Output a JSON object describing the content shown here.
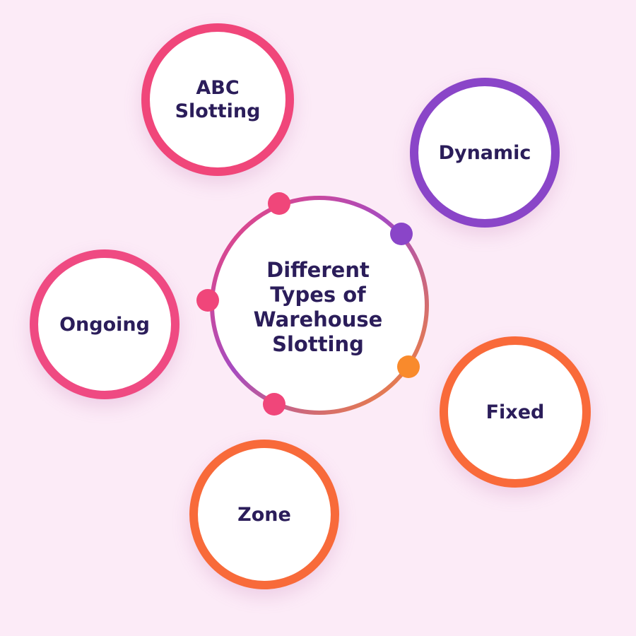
{
  "center": {
    "title_lines": [
      "Different",
      "Types of",
      "Warehouse",
      "Slotting"
    ]
  },
  "nodes": [
    {
      "id": "abc",
      "lines": [
        "ABC",
        "Slotting"
      ],
      "color": "#f0467a"
    },
    {
      "id": "dynamic",
      "lines": [
        "Dynamic"
      ],
      "color": "#8a45c8"
    },
    {
      "id": "ongoing",
      "lines": [
        "Ongoing"
      ],
      "color": "#ef4a82"
    },
    {
      "id": "fixed",
      "lines": [
        "Fixed"
      ],
      "color": "#f96a3a"
    },
    {
      "id": "zone",
      "lines": [
        "Zone"
      ],
      "color": "#f86a3a"
    }
  ],
  "ring": {
    "gradient": [
      "#f0467a",
      "#8a45c8",
      "#f98a2c"
    ],
    "dot_colors": [
      "#f0467a",
      "#8a45c8",
      "#f98a2c",
      "#f0467a",
      "#f0467a"
    ]
  },
  "background": "#fcebf7"
}
